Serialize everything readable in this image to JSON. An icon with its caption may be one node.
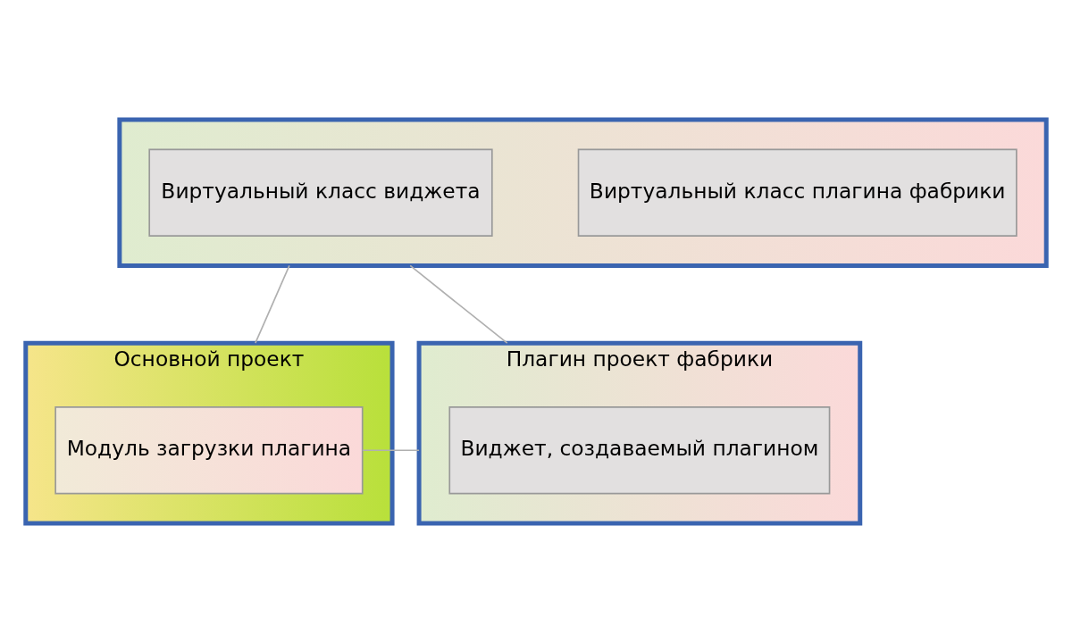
{
  "diagram": {
    "nodes": [
      {
        "text": [],
        "shape": "box"
      },
      {
        "text": [
          "Виртуальный класс плагина фабрики"
        ],
        "in": 0
      },
      {
        "text": [
          "Виртуальный класс виджета"
        ],
        "in": 0
      },
      {
        "text": [
          "Основной проект"
        ]
      },
      {
        "text": [
          "Модуль загрузки плагина"
        ],
        "in": 3
      },
      {
        "text": [
          "Плагин проект фабрики"
        ]
      },
      {
        "text": [
          "Виджет, создаваемый плагином"
        ],
        "in": 5
      }
    ],
    "edges": [
      {
        "from": 0,
        "to": 3,
        "arrow": "none"
      },
      {
        "from": 0,
        "to": 5,
        "arrow": "none"
      },
      {
        "from": 4,
        "to": 5,
        "arrow": "none"
      }
    ]
  }
}
